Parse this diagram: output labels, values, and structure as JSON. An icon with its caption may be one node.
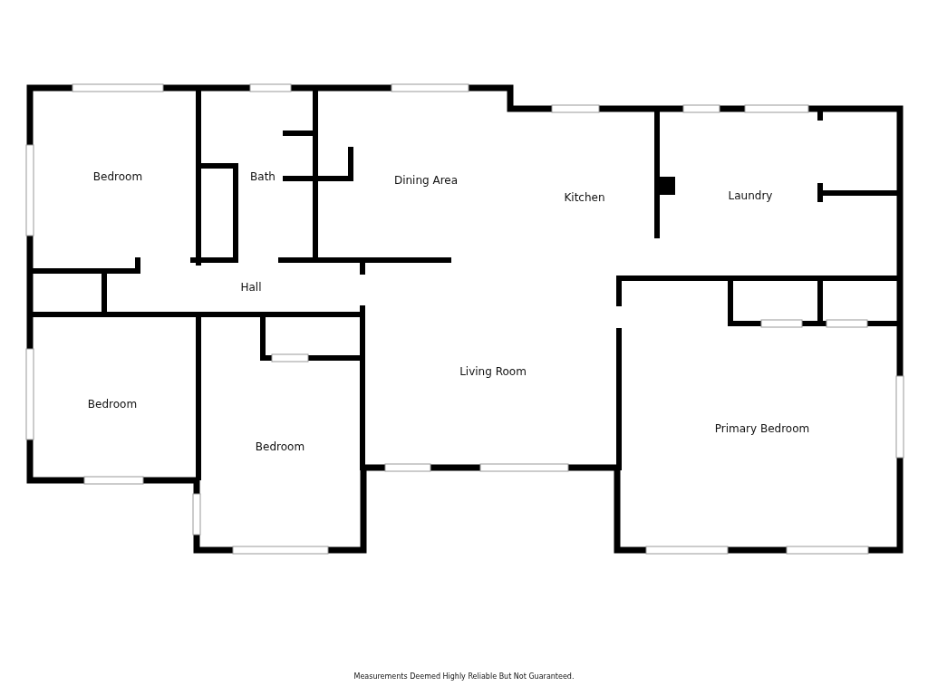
{
  "diagram": {
    "caption": "Measurements Deemed Highly Reliable But Not Guaranteed.",
    "labels": [
      "Bedroom",
      "Bath",
      "Dining Area",
      "Kitchen",
      "Laundry",
      "Hall",
      "Bedroom",
      "Living Room",
      "Bedroom",
      "Primary Bedroom"
    ]
  }
}
